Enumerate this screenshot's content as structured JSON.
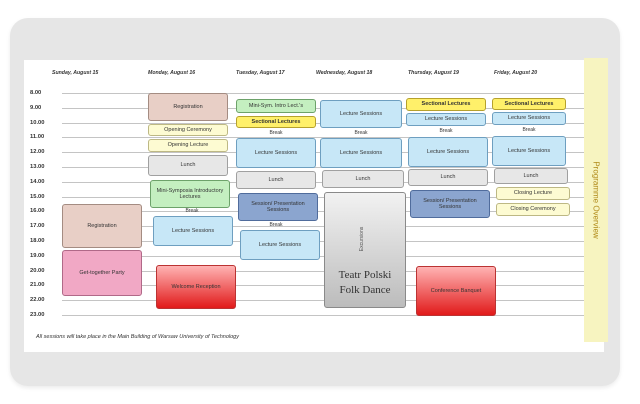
{
  "side_label": "Programme Overview",
  "days": [
    "Sunday, August 15",
    "Monday, August 16",
    "Tuesday, August 17",
    "Wednesday, August 18",
    "Thursday, August 19",
    "Friday, August 20"
  ],
  "times": [
    "8.00",
    "9.00",
    "10.00",
    "11.00",
    "12.00",
    "13.00",
    "14.00",
    "15.00",
    "16.00",
    "17.00",
    "18.00",
    "19.00",
    "20.00",
    "21.00",
    "22.00",
    "23.00"
  ],
  "events": {
    "sun_registration": "Registration",
    "sun_get_together": "Get-together Party",
    "mon_registration": "Registration",
    "mon_opening_ceremony": "Opening Ceremony",
    "mon_opening_lecture": "Opening Lecture",
    "mon_lunch": "Lunch",
    "mon_minisymposia": "Mini-Symposia Introductory Lectures",
    "mon_break": "Break",
    "mon_lecture_sessions": "Lecture Sessions",
    "mon_welcome_reception": "Welcome Reception",
    "tue_minisym": "Mini-Sym. Intro Lect.'s",
    "tue_sectional": "Sectional Lectures",
    "tue_break1": "Break",
    "tue_lecture1": "Lecture Sessions",
    "tue_lunch": "Lunch",
    "tue_poster": "Session/ Presentation Sessions",
    "tue_break2": "Break",
    "tue_lecture2": "Lecture Sessions",
    "wed_lecture1": "Lecture Sessions",
    "wed_break": "Break",
    "wed_lecture2": "Lecture Sessions",
    "wed_lunch": "Lunch",
    "wed_excursions": "Excursions",
    "wed_teatr": "Teatr Polski",
    "wed_folk": "Folk Dance",
    "thu_sectional": "Sectional Lectures",
    "thu_lecture1": "Lecture Sessions",
    "thu_break": "Break",
    "thu_lecture2": "Lecture Sessions",
    "thu_lunch": "Lunch",
    "thu_poster": "Session/ Presentation Sessions",
    "thu_dinner": "Conference Banquet",
    "fri_sectional": "Sectional Lectures",
    "fri_lecture1": "Lecture Sessions",
    "fri_break": "Break",
    "fri_lecture2": "Lecture Sessions",
    "fri_lunch": "Lunch",
    "fri_closing_lecture": "Closing Lecture",
    "fri_closing_ceremony": "Closing Ceremony"
  },
  "footer": "All sessions will take place in the Main Building of Warsaw University of Technology"
}
